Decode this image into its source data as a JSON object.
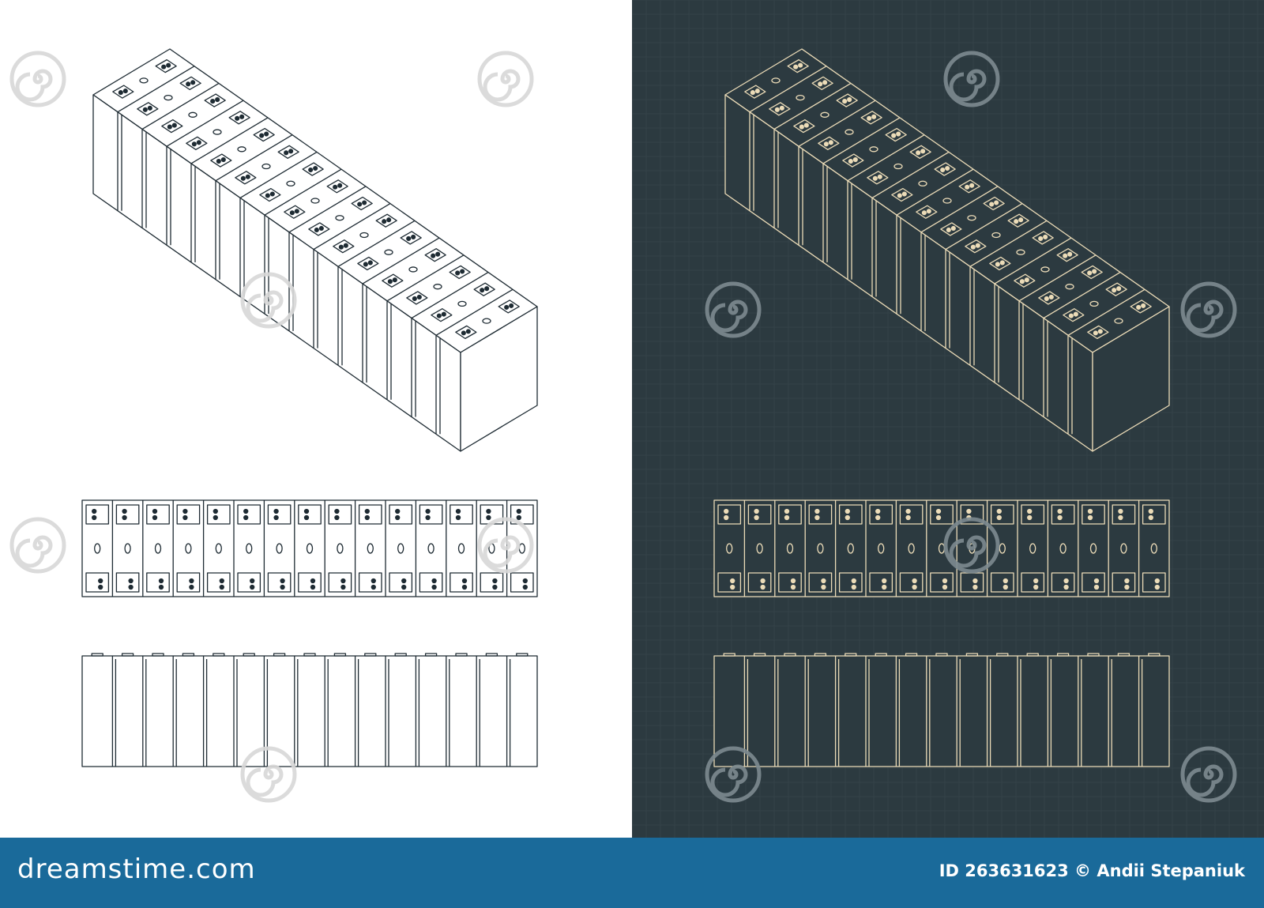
{
  "watermark": {
    "text": "dreamstime",
    "light_color": "#d8d8d8",
    "dark_color": "#7d8a90"
  },
  "footer": {
    "logo": "dreamstime.com",
    "credit": "ID 263631623 © Andii Stepaniuk",
    "background": "#1a6a9a"
  },
  "drawings": {
    "cell_count": 15,
    "views": [
      "isometric",
      "top",
      "front"
    ],
    "light": {
      "background": "#ffffff",
      "stroke": "#1e2b33"
    },
    "dark": {
      "background": "#2c3a40",
      "stroke": "#ecdcb8"
    }
  }
}
